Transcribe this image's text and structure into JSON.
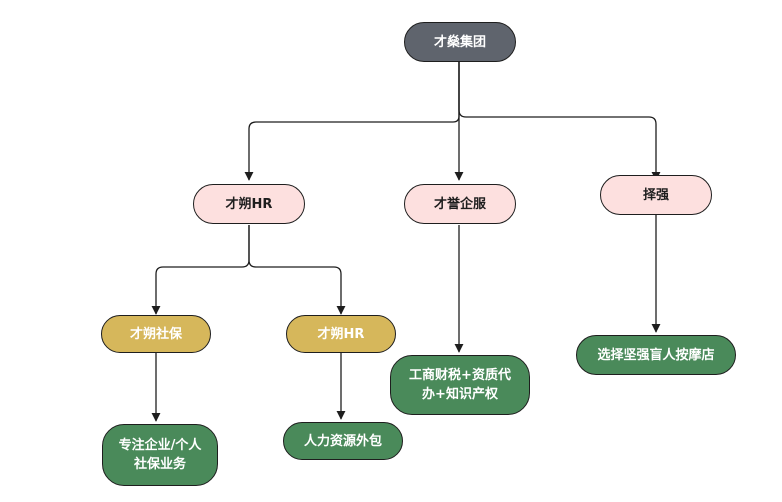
{
  "diagram": {
    "root": {
      "label": "才燊集团"
    },
    "level1": [
      {
        "label": "才朔HR"
      },
      {
        "label": "才誉企服"
      },
      {
        "label": "择强"
      }
    ],
    "level2": [
      {
        "label": "才朔社保"
      },
      {
        "label": "才朔HR"
      }
    ],
    "leaves": [
      {
        "label": "专注企业/个人\n社保业务"
      },
      {
        "label": "人力资源外包"
      },
      {
        "label": "工商财税+资质代\n办+知识产权"
      },
      {
        "label": "选择坚强盲人按摩店"
      }
    ]
  }
}
